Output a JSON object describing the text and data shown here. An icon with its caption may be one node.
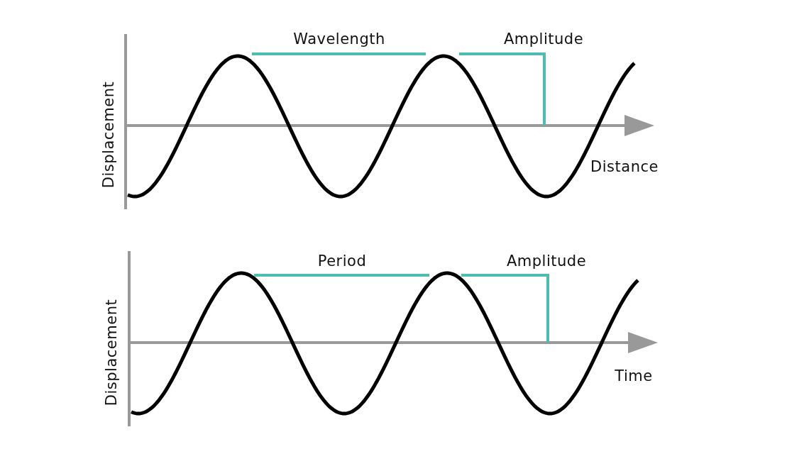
{
  "diagram": {
    "labels": [
      "Wavelength",
      "Amplitude",
      "Displacement",
      "Distance",
      "Period",
      "Amplitude",
      "Displacement",
      "Time"
    ]
  }
}
